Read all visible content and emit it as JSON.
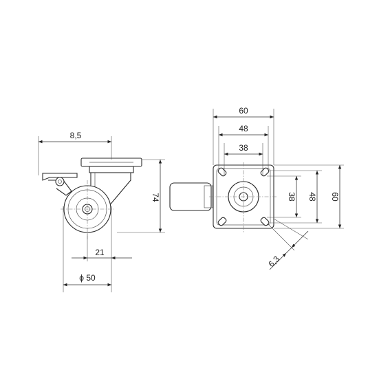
{
  "drawing": {
    "side_view": {
      "dim_width_label": "8,5",
      "dim_offset_label": "21",
      "dim_wheel_diameter_label": "ϕ 50",
      "dim_height_label": "74"
    },
    "top_view": {
      "dim_plate_width_label": "60",
      "dim_hole_spacing_outer_label": "48",
      "dim_hole_spacing_inner_label": "38",
      "dim_vertical_38_label": "38",
      "dim_vertical_48_label": "48",
      "dim_vertical_60_label": "60",
      "dim_hole_diameter_label": "6,3"
    }
  }
}
